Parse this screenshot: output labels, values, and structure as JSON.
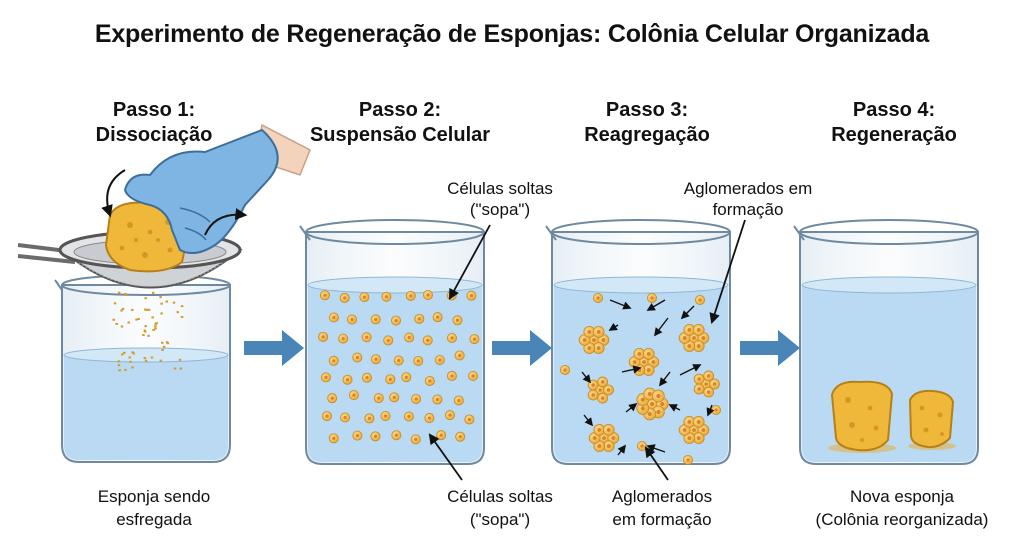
{
  "title": "Experimento de Regeneração de Esponjas: Colônia Celular Organizada",
  "steps": [
    {
      "line1": "Passo 1:",
      "line2": "Dissociação",
      "caption_line1": "Esponja sendo",
      "caption_line2": "esfregada"
    },
    {
      "line1": "Passo 2:",
      "line2": "Suspensão Celular",
      "caption_line1": "Células soltas",
      "caption_line2": "(\"sopa\")",
      "annot_line1": "Células soltas",
      "annot_line2": "(\"sopa\")"
    },
    {
      "line1": "Passo 3:",
      "line2": "Reagregação",
      "caption_line1": "Aglomerados",
      "caption_line2": "em formação",
      "annot_line1": "Aglomerados em",
      "annot_line2": "formação"
    },
    {
      "line1": "Passo 4:",
      "line2": "Regeneração",
      "caption_line1": "Nova esponja",
      "caption_line2": "(Colônia reorganizada)"
    }
  ],
  "colors": {
    "water": "#b9daf2",
    "glass": "#6f8aa0",
    "sponge": "#f0b83a",
    "cell": "#f2c156",
    "glove": "#7fb5e3",
    "arrow": "#4a85b8"
  }
}
